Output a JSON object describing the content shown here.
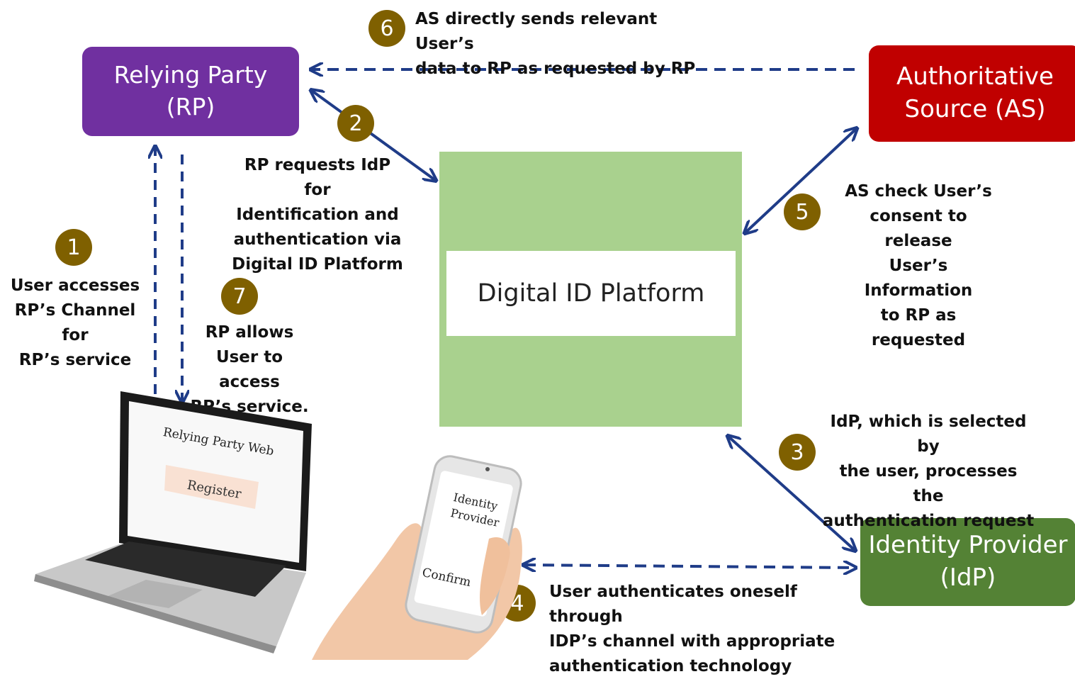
{
  "nodes": {
    "rp": {
      "line1": "Relying Party",
      "line2": "(RP)"
    },
    "as": {
      "line1": "Authoritative",
      "line2": "Source (AS)"
    },
    "idp": {
      "line1": "Identity Provider",
      "line2": "(IdP)"
    },
    "platform": {
      "label": "Digital ID Platform"
    }
  },
  "steps": [
    {
      "num": "1",
      "lines": [
        "User accesses",
        "RP’s Channel for",
        "RP’s service"
      ]
    },
    {
      "num": "2",
      "lines": [
        "RP requests IdP for",
        "Identification and",
        "authentication via",
        "Digital ID Platform"
      ]
    },
    {
      "num": "3",
      "lines": [
        "IdP,  which is selected by",
        "the user, processes the",
        "authentication request"
      ]
    },
    {
      "num": "4",
      "lines": [
        "User authenticates oneself through",
        "IDP’s channel with appropriate",
        "authentication technology"
      ]
    },
    {
      "num": "5",
      "lines": [
        "AS check User’s",
        "consent to release",
        "User’s Information",
        "to RP as requested"
      ]
    },
    {
      "num": "6",
      "lines": [
        "AS directly sends relevant User’s",
        "data to RP as requested by RP"
      ]
    },
    {
      "num": "7",
      "lines": [
        "RP allows",
        "User to access",
        "RP’s service."
      ]
    }
  ],
  "laptop": {
    "screen_title": "Relying Party Web",
    "button_label": "Register"
  },
  "phone": {
    "screen_title_1": "Identity",
    "screen_title_2": "Provider",
    "button_label": "Confirm"
  },
  "colors": {
    "rp": "#7030a0",
    "as": "#c00000",
    "idp": "#548235",
    "platform": "#a9d18e",
    "step_badge": "#7f6000",
    "arrow": "#1f3c88"
  }
}
